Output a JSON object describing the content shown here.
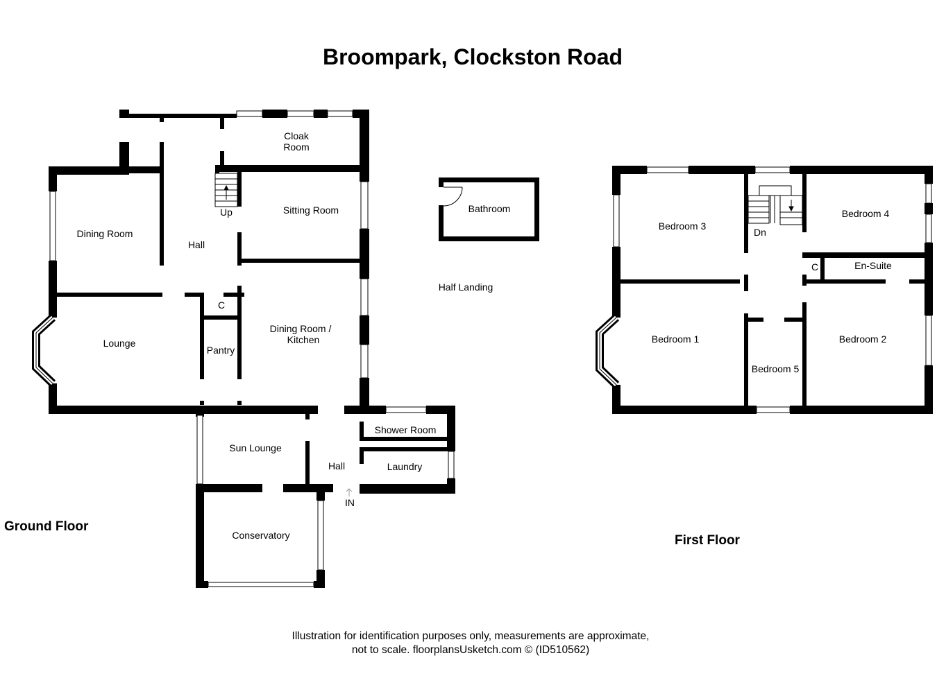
{
  "title": "Broompark, Clockston Road",
  "floors": {
    "ground": "Ground Floor",
    "first": "First Floor"
  },
  "rooms": {
    "cloak_room_1": "Cloak",
    "cloak_room_2": "Room",
    "sitting_room": "Sitting Room",
    "dining_room": "Dining Room",
    "hall_upper": "Hall",
    "up": "Up",
    "cupboard_ground": "C",
    "lounge": "Lounge",
    "pantry": "Pantry",
    "dining_kitchen_1": "Dining Room /",
    "dining_kitchen_2": "Kitchen",
    "shower_room": "Shower Room",
    "sun_lounge": "Sun Lounge",
    "hall_lower": "Hall",
    "laundry": "Laundry",
    "entrance": "IN",
    "conservatory": "Conservatory",
    "bathroom": "Bathroom",
    "half_landing": "Half Landing",
    "bedroom_3": "Bedroom 3",
    "down": "Dn",
    "bedroom_4": "Bedroom 4",
    "cupboard_first": "C",
    "en_suite": "En-Suite",
    "bedroom_1": "Bedroom 1",
    "bedroom_5": "Bedroom 5",
    "bedroom_2": "Bedroom 2"
  },
  "disclaimer": {
    "line1": "Illustration for identification purposes only, measurements are approximate,",
    "line2": "not to scale. floorplansUsketch.com © (ID510562)"
  }
}
